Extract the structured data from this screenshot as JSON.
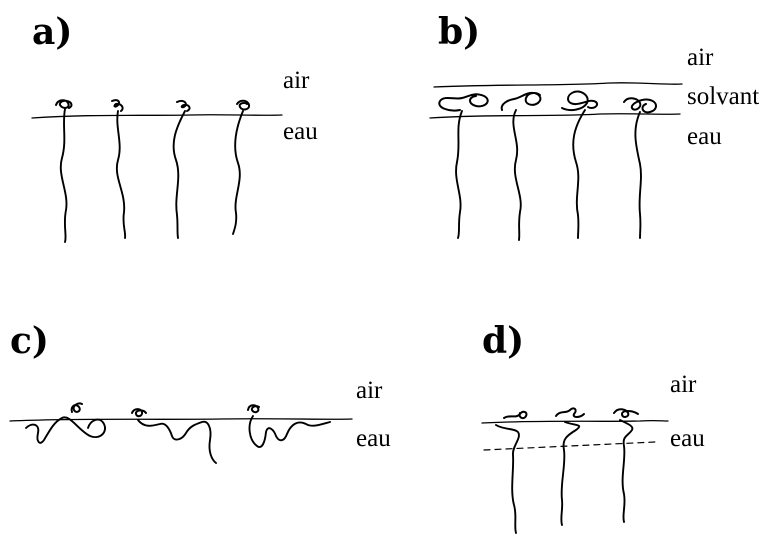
{
  "panels": {
    "a": {
      "label": "a)",
      "top_phase": "air",
      "bottom_phase": "eau"
    },
    "b": {
      "label": "b)",
      "top_phase": "air",
      "middle_phase": "solvant",
      "bottom_phase": "eau"
    },
    "c": {
      "label": "c)",
      "top_phase": "air",
      "bottom_phase": "eau"
    },
    "d": {
      "label": "d)",
      "top_phase": "air",
      "bottom_phase": "eau"
    }
  }
}
